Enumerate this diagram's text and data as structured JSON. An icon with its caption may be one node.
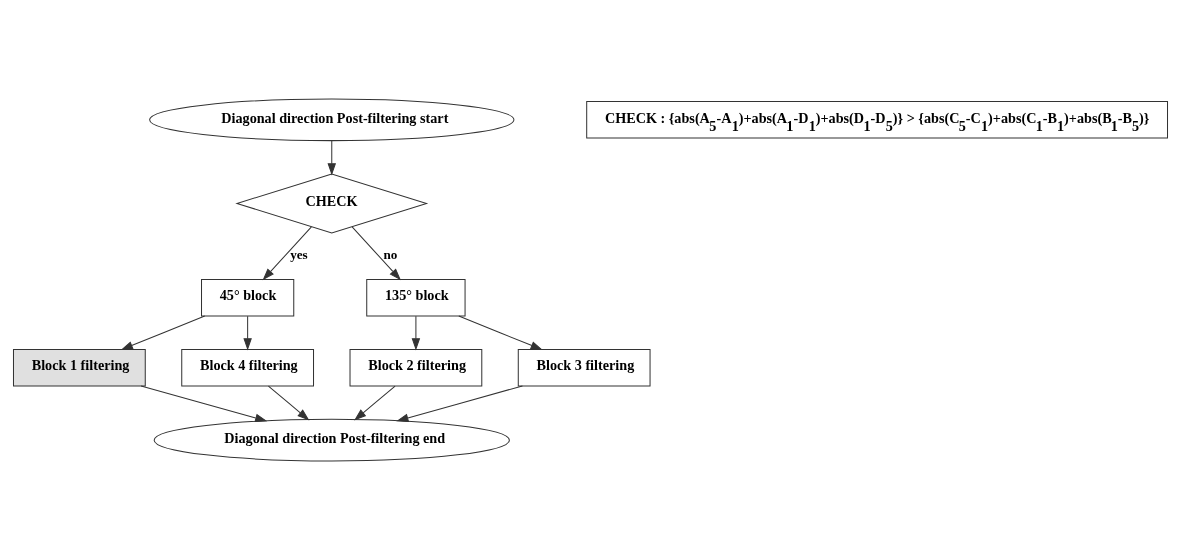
{
  "diagram": {
    "nodes": [
      {
        "text": [
          "Diagonal direction Post-filtering start"
        ]
      },
      {
        "text": [
          "CHECK : {abs(A$_{5}$-A$_{1}$)+abs(A$_{1}$-D$_{1}$)+abs(D$_{1}$-D$_{5}$)} > {abs(C$_{5}$-C$_{1}$)+abs(C$_{1}$-B$_{1}$)+abs(B$_{1}$-B$_{5}$)}"
        ]
      },
      {
        "text": [
          "CHECK"
        ]
      },
      {
        "text": [
          "45° block"
        ]
      },
      {
        "text": [
          "135° block"
        ]
      },
      {
        "text": [
          "Block 1 filtering"
        ]
      },
      {
        "text": [
          "Block 4 filtering"
        ]
      },
      {
        "text": [
          "Block 2 filtering"
        ]
      },
      {
        "text": [
          "Block 3 filtering"
        ]
      },
      {
        "text": [
          "Diagonal direction Post-filtering end"
        ]
      }
    ],
    "edges": [
      {
        "from": 0,
        "to": 2,
        "arrow": "to"
      },
      {
        "from": 2,
        "to": 3,
        "arrow": "to",
        "label": "yes"
      },
      {
        "from": 2,
        "to": 4,
        "arrow": "to",
        "label": "no"
      },
      {
        "from": 3,
        "to": 5,
        "arrow": "to"
      },
      {
        "from": 3,
        "to": 6,
        "arrow": "to"
      },
      {
        "from": 4,
        "to": 7,
        "arrow": "to"
      },
      {
        "from": 4,
        "to": 8,
        "arrow": "to"
      },
      {
        "from": 5,
        "to": 9,
        "arrow": "to"
      },
      {
        "from": 6,
        "to": 9,
        "arrow": "to"
      },
      {
        "from": 7,
        "to": 9,
        "arrow": "to"
      },
      {
        "from": 8,
        "to": 9,
        "arrow": "to"
      }
    ]
  }
}
